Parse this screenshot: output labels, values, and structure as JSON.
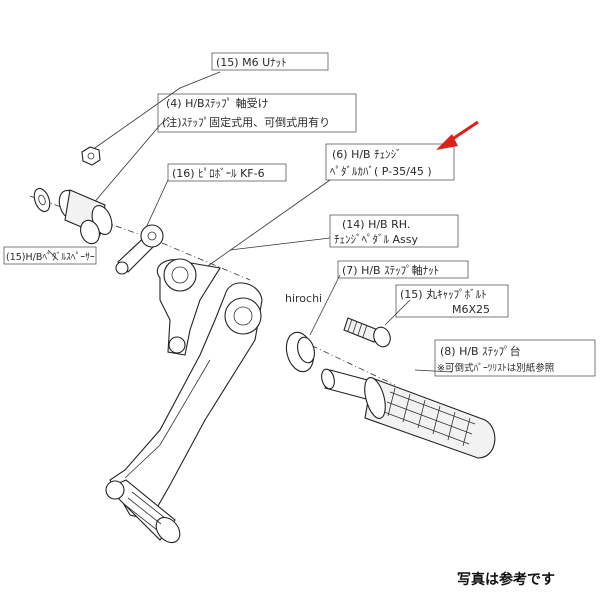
{
  "labels": {
    "m6_nut": "(15) M6 Uﾅｯﾄ",
    "step_holder_1": "(4) H/Bｽﾃｯﾌﾟ 軸受け",
    "step_holder_2": "(注)ｽﾃｯﾌﾟ固定式用、可倒式用有り",
    "pillow_ball": "(16) ﾋﾟﾛﾎﾞｰﾙ KF-6",
    "change_cover_1": "(6) H/B ﾁｪﾝｼﾞ",
    "change_cover_2": "ﾍﾟﾀﾞﾙｶﾊﾞ( P-35/45 )",
    "pedal_assy_1": "(14) H/B RH.",
    "pedal_assy_2": "ﾁｪﾝｼﾞﾍﾟﾀﾞﾙ Assy",
    "step_nut": "(7) H/B ｽﾃｯﾌﾟ軸ﾅｯﾄ",
    "cap_bolt_1": "(15) 丸ｷｬｯﾌﾟﾎﾞﾙﾄ",
    "cap_bolt_2": "M6X25",
    "step_1": "(8) H/B ｽﾃｯﾌﾟ台",
    "step_2": "※可倒式ﾊﾟｰﾂﾘｽﾄは別紙参照",
    "spacer": "(15)H/Bﾍﾟﾀﾞﾙｽﾍﾟｰｻｰ"
  },
  "watermark": "hirochi",
  "footnote": "写真は参考です",
  "colors": {
    "arrow": "#e0201c",
    "ink": "#222222",
    "background": "#ffffff"
  }
}
